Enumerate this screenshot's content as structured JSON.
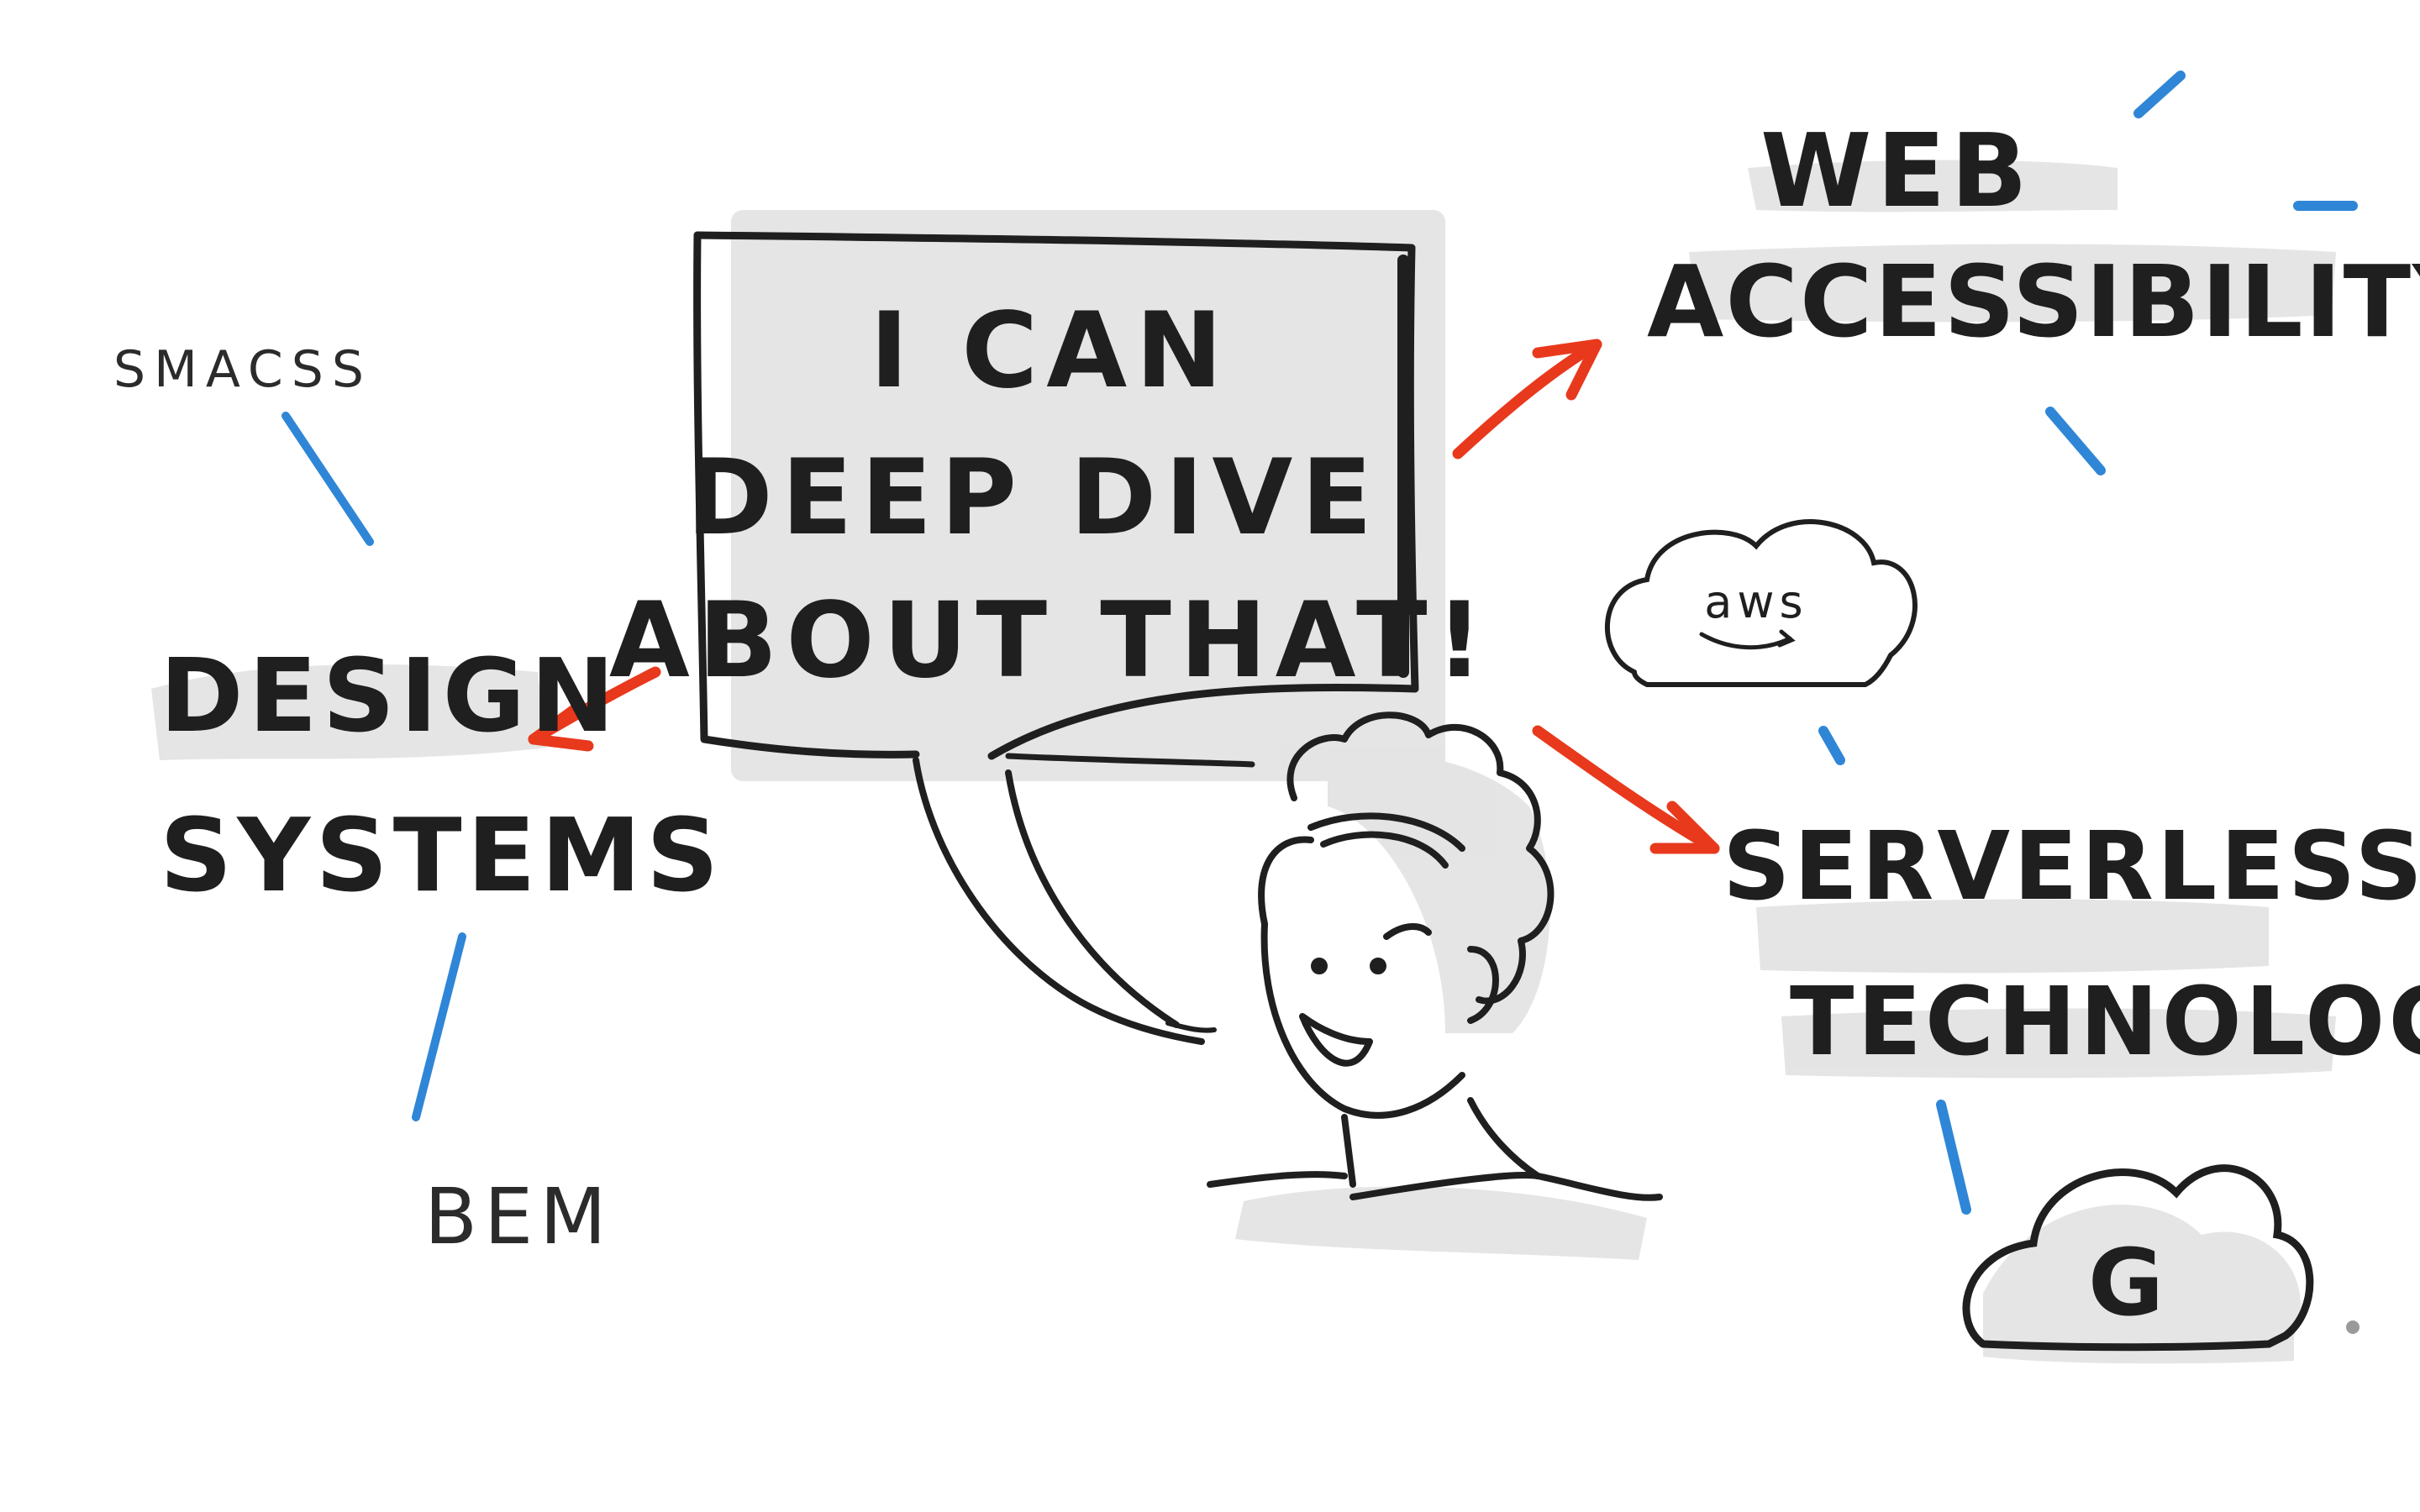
{
  "speech_bubble": {
    "line1": "I CAN",
    "line2": "DEEP DIVE",
    "line3": "ABOUT THAT!"
  },
  "topics": {
    "design_systems": {
      "line1": "DESIGN",
      "line2": "SYSTEMS",
      "related": [
        "SMACSS",
        "BEM"
      ]
    },
    "web_accessibility": {
      "line1": "WEB",
      "line2": "ACCESSIBILITY"
    },
    "serverless": {
      "line1": "SERVERLESS",
      "line2": "TECHNOLOGY"
    }
  },
  "logos": {
    "aws": "aws",
    "google": "G"
  },
  "colors": {
    "ink": "#1f1f1f",
    "arrow": "#e8391d",
    "accent": "#2f86d6",
    "shadow": "#dcdcdc"
  }
}
